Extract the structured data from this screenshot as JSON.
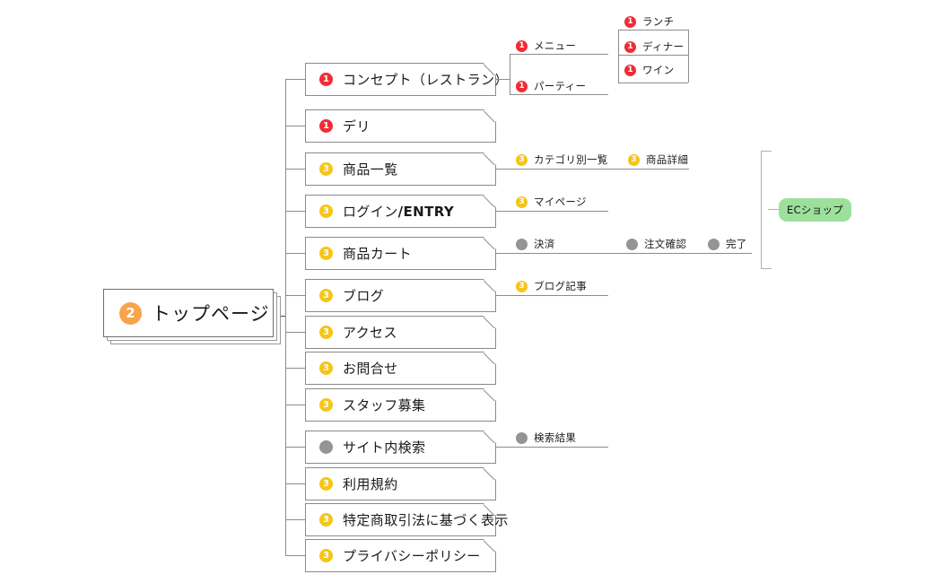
{
  "diagram": {
    "title": "Website Sitemap",
    "root": {
      "badge": "2",
      "badge_level": "root",
      "label": "トップページ"
    },
    "colors": {
      "level1": "#f22b34",
      "level3": "#f5c518",
      "level_none": "#949494",
      "root_badge": "#f7a44a",
      "group_badge": "#9ce09c",
      "line": "#8c8c8c",
      "box_border": "#8a8a8a"
    },
    "group_badges": [
      {
        "label": "ECショップ"
      }
    ],
    "pages": [
      {
        "badge": "1",
        "level": "lvl-1",
        "label": "コンセプト（レストラン）"
      },
      {
        "badge": "1",
        "level": "lvl-1",
        "label": "デリ"
      },
      {
        "badge": "3",
        "level": "lvl-3",
        "label": "商品一覧"
      },
      {
        "badge": "3",
        "level": "lvl-3",
        "label_plain": "ログイン",
        "label_bold": "/ENTRY",
        "label": "ログイン/ENTRY"
      },
      {
        "badge": "3",
        "level": "lvl-3",
        "label": "商品カート"
      },
      {
        "badge": "3",
        "level": "lvl-3",
        "label": "ブログ"
      },
      {
        "badge": "3",
        "level": "lvl-3",
        "label": "アクセス"
      },
      {
        "badge": "3",
        "level": "lvl-3",
        "label": "お問合せ"
      },
      {
        "badge": "3",
        "level": "lvl-3",
        "label": "スタッフ募集"
      },
      {
        "badge": "",
        "level": "lvl-none",
        "label": "サイト内検索"
      },
      {
        "badge": "3",
        "level": "lvl-3",
        "label": "利用規約"
      },
      {
        "badge": "3",
        "level": "lvl-3",
        "label": "特定商取引法に基づく表示"
      },
      {
        "badge": "3",
        "level": "lvl-3",
        "label": "プライバシーポリシー"
      }
    ],
    "sub_items": {
      "menu": {
        "badge": "1",
        "level": "lvl-1",
        "label": "メニュー"
      },
      "party": {
        "badge": "1",
        "level": "lvl-1",
        "label": "パーティー"
      },
      "lunch": {
        "badge": "1",
        "level": "lvl-1",
        "label": "ランチ"
      },
      "dinner": {
        "badge": "1",
        "level": "lvl-1",
        "label": "ディナー"
      },
      "wine": {
        "badge": "1",
        "level": "lvl-1",
        "label": "ワイン"
      },
      "category_list": {
        "badge": "3",
        "level": "lvl-3",
        "label": "カテゴリ別一覧"
      },
      "product_detail": {
        "badge": "3",
        "level": "lvl-3",
        "label": "商品詳細"
      },
      "mypage": {
        "badge": "3",
        "level": "lvl-3",
        "label": "マイページ"
      },
      "payment": {
        "badge": "",
        "level": "lvl-none",
        "label": "決済"
      },
      "order_confirm": {
        "badge": "",
        "level": "lvl-none",
        "label": "注文確認"
      },
      "complete": {
        "badge": "",
        "level": "lvl-none",
        "label": "完了"
      },
      "blog_article": {
        "badge": "3",
        "level": "lvl-3",
        "label": "ブログ記事"
      },
      "search_result": {
        "badge": "",
        "level": "lvl-none",
        "label": "検索結果"
      }
    }
  }
}
